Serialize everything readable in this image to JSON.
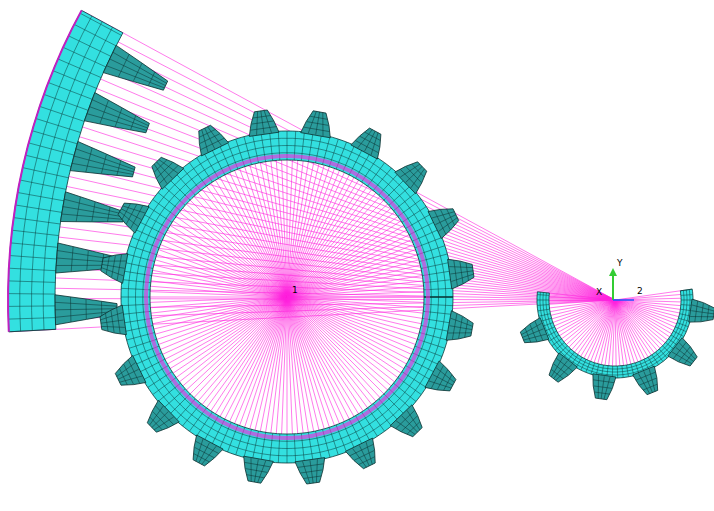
{
  "diagram": {
    "labels": [
      "1",
      "Y",
      "X",
      "2"
    ]
  }
}
